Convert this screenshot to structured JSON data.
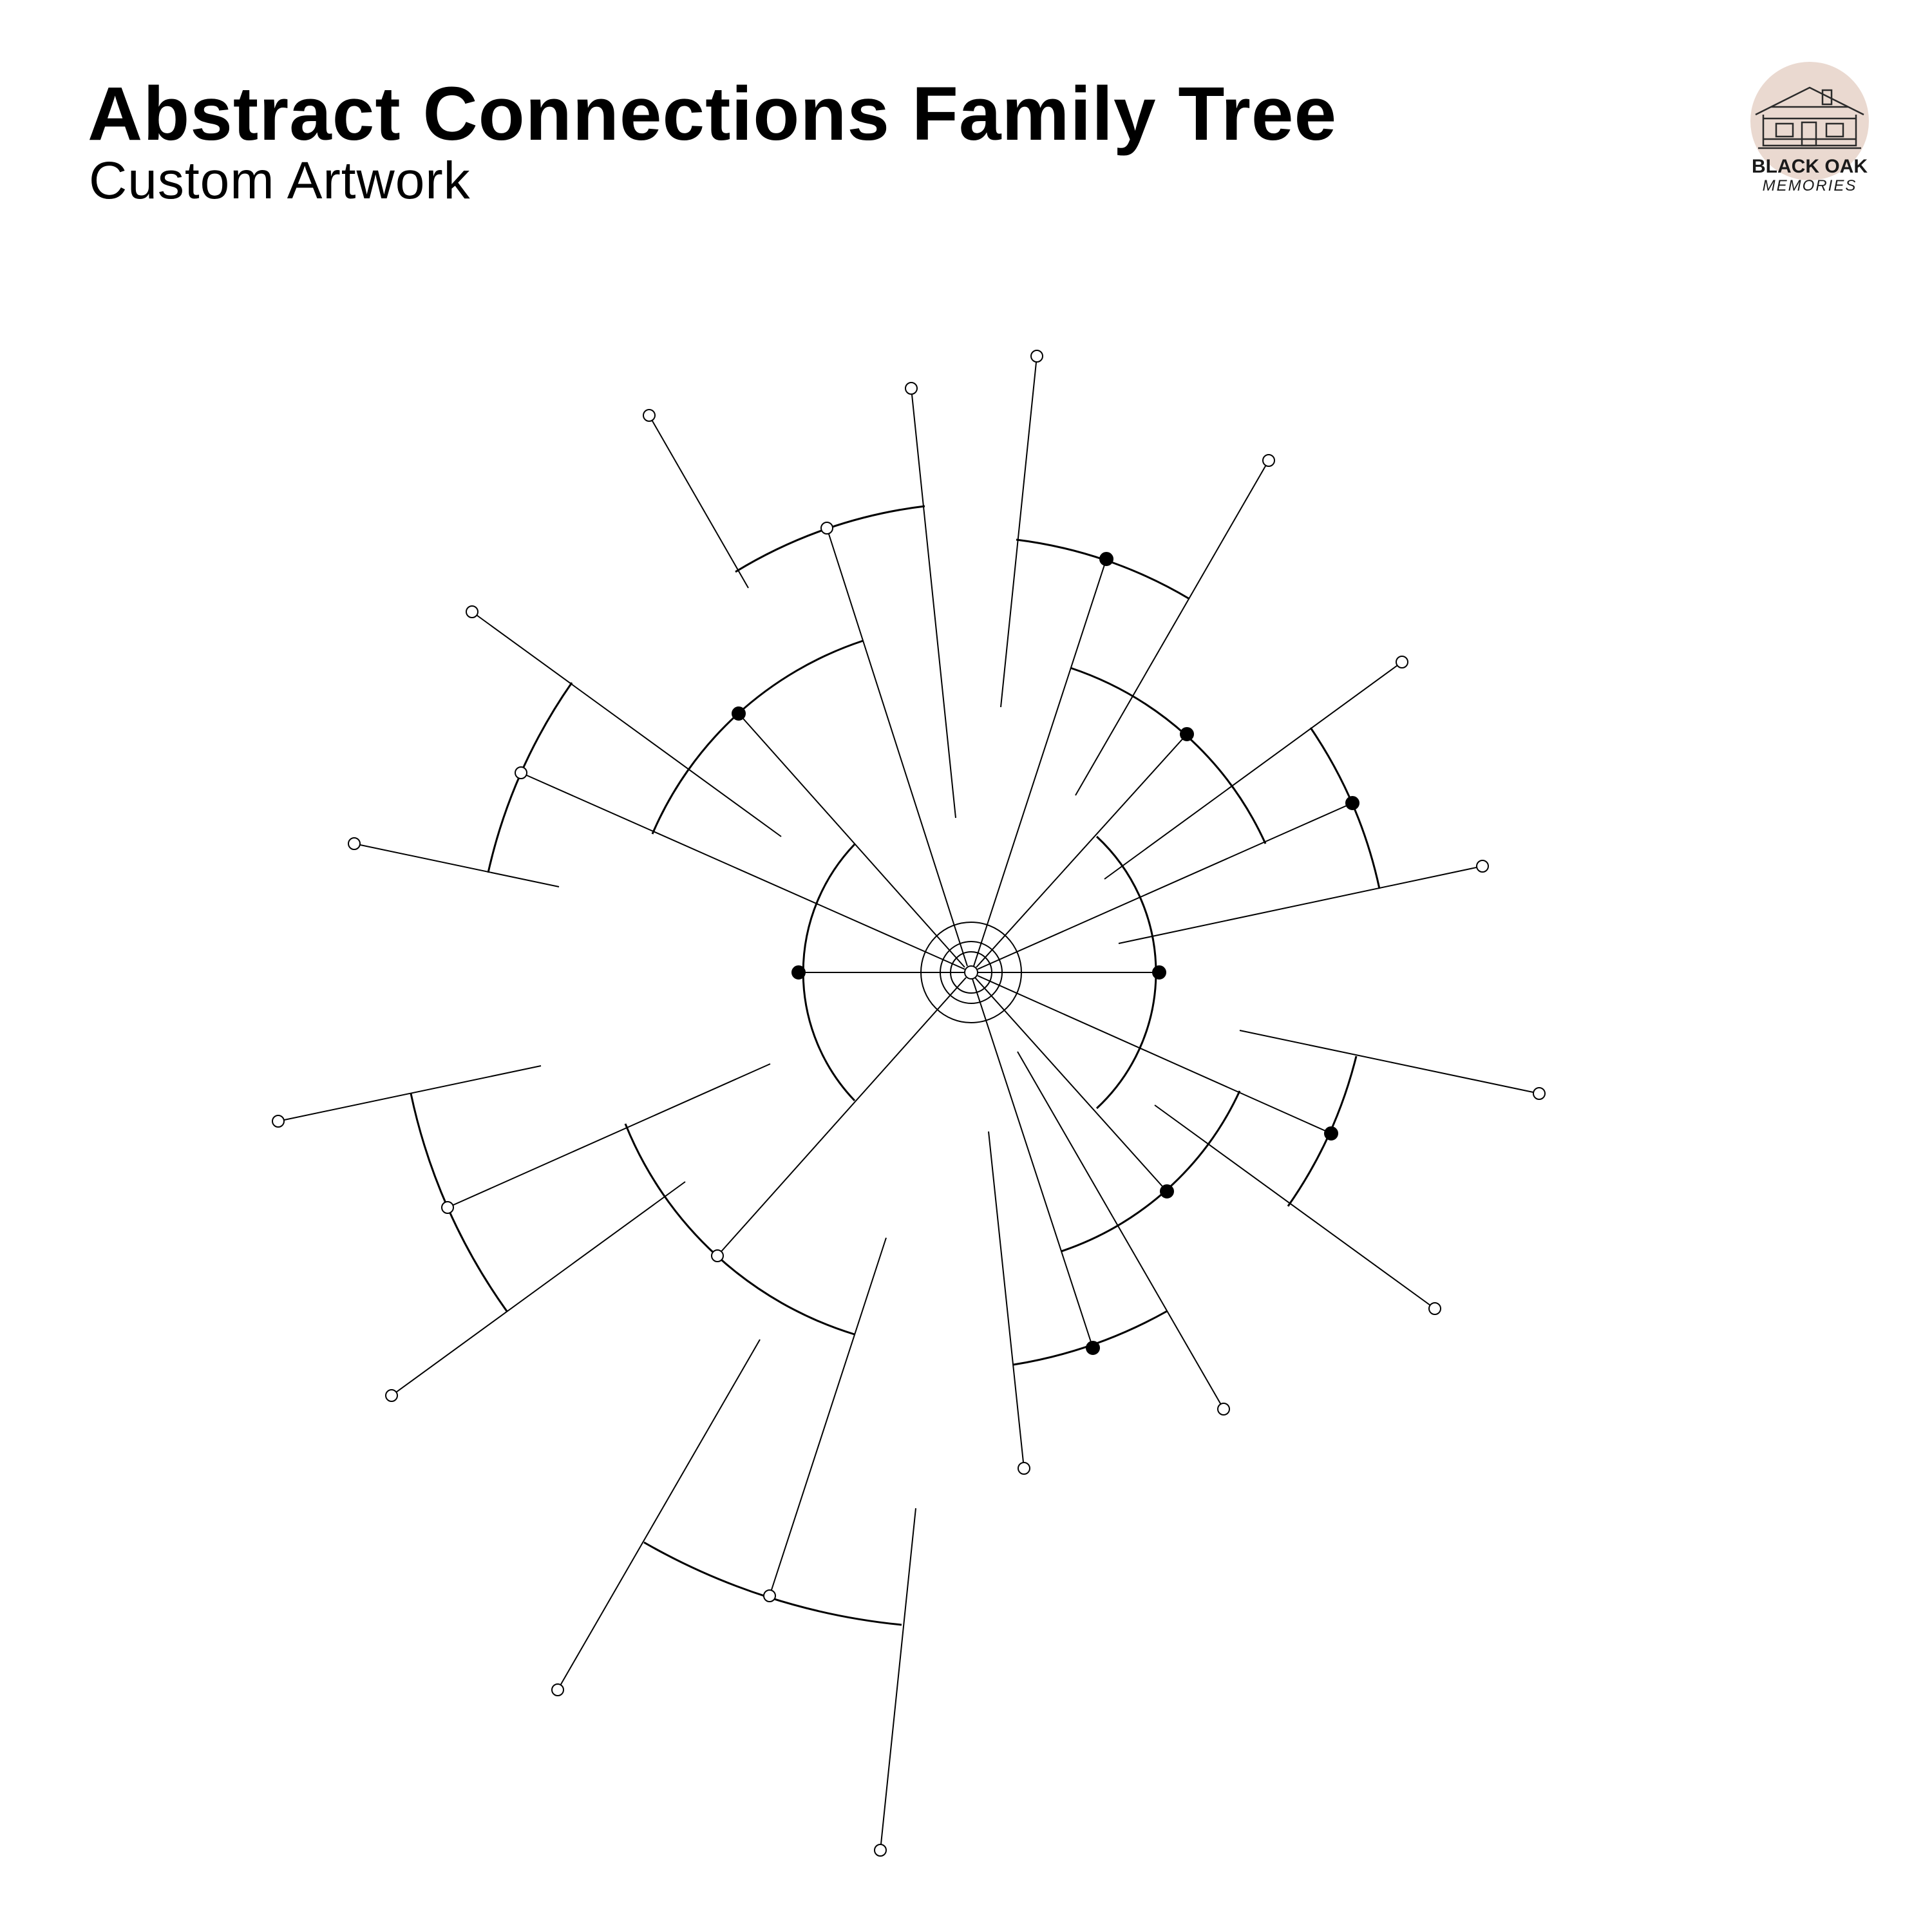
{
  "header": {
    "title": "Abstract Connections Family Tree",
    "subtitle": "Custom Artwork"
  },
  "logo": {
    "line1": "BLACK OAK",
    "line2": "MEMORIES",
    "icon": "house-icon",
    "badge_color": "#ead9d0"
  },
  "colors": {
    "background": "#ffffff",
    "ink": "#000000"
  }
}
